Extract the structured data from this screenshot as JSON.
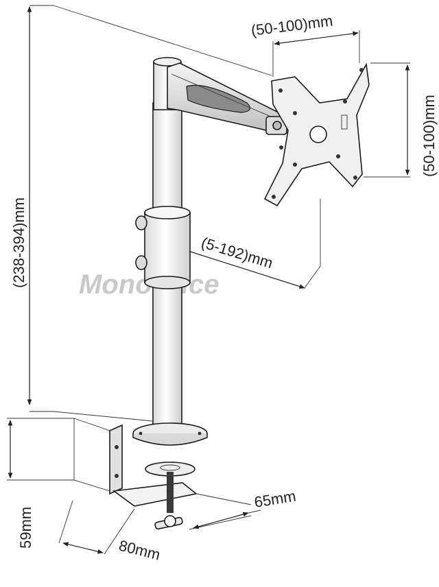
{
  "dimensions": {
    "vesa_width": "(50-100)mm",
    "vesa_height": "(50-100)mm",
    "arm_extension": "(5-192)mm",
    "pole_height": "(238-394)mm",
    "clamp_height": "59mm",
    "clamp_depth": "80mm",
    "clamp_width": "65mm"
  },
  "watermark": "MonoPrice",
  "colors": {
    "line": "#222222",
    "metal": "#e9e9e9",
    "metal_dark": "#bdbdbd",
    "watermark": "#c9c9c9"
  }
}
